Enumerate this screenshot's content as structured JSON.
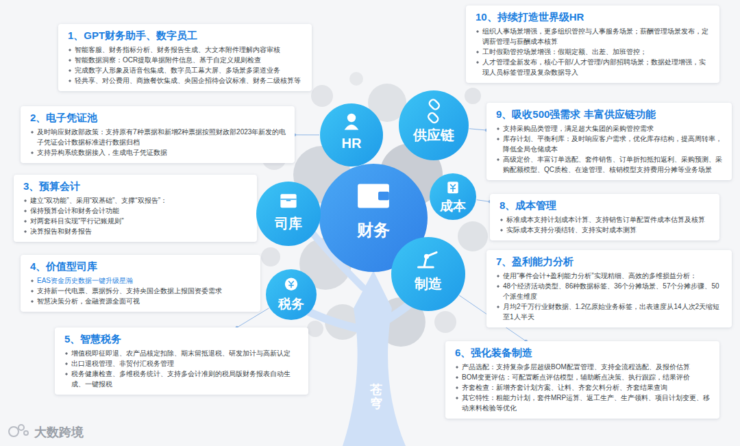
{
  "diagram": {
    "nodes": [
      {
        "text": [
          "1、GPT财务助手、数字员工",
          "智能客服、财务指标分析、财务报告生成、大文本附件理解内容审核",
          "智能数据洞察：OCR提取单据附件信息、基于自定义规则检查",
          "完成数字人形象及语音包集成、数字员工幕大屏、多场景多渠道业务",
          "轻共享、对公费用、商旅餐饮集成、央国企招待会议标准、财务二级核算等"
        ]
      },
      {
        "text": [
          "2、电子凭证池",
          "及时响应财政部政策：支持原有7种票据和新增2种票据按照财政部2023年新发的电子凭证会计数据标准进行数据归档",
          "支持异构系统数据接入，生成电子凭证数据"
        ]
      },
      {
        "text": [
          "3、预算会计",
          "建立“双功能”、采用“双基础”、支撑“双报告”：",
          "保持预算会计和财务会计功能",
          "对两套科目实现“平行记账规则”",
          "决算报告和财务报告"
        ]
      },
      {
        "text": [
          "4、价值型司库",
          "EAS资金历史数据一键升级星瀚",
          "支持新一代电票、票据拆分、支持央国企数据上报国资委需求",
          "智慧决策分析，金融资源全面可视"
        ]
      },
      {
        "text": [
          "5、智慧税务",
          "增值税即征即退、农产品核定扣除、期末留抵退税、研发加计与高新认定",
          "出口退税管理、非贸付汇税务管理",
          "税务健康检查、多维税务统计、支持多会计准则的税局版财务报表自动生成、一键报税"
        ]
      },
      {
        "text": [
          "6、强化装备制造",
          "产品选配：支持复杂多层超级BOM配置管理、支持全流程选配、及报价估算",
          "BOM变更评估：可配置断点评估模型，辅助断点决策、执行跟踪，结果评价",
          "齐套检查：新增齐套计划方案、让料、齐套欠料分析、齐套结果查询",
          "其它特性：粗能力计划，套件MRP运算、返工生产、生产领料、项目计划变更、移动来料检验等优化"
        ]
      },
      {
        "text": [
          "7、盈利能力分析",
          "使用“事件会计+盈利能力分析”实现精细、高效的多维损益分析：",
          "48个经济活动类型、86种数据标签、36个分摊场景、57个分摊步骤、50个派生维度",
          "月均2千万行业财数据、1.2亿原始业务标签，出表速度从14人次2天缩短至1人半天"
        ]
      },
      {
        "text": [
          "8、成本管理",
          "标准成本支持计划成本计算、支持销售订单配置件成本估算及核算",
          "实际成本支持分项结转、支持实时成本测算"
        ]
      },
      {
        "text": [
          "9、吸收500强需求 丰富供应链功能",
          "支持采购品类管理，满足超大集团的采购管控需求",
          "库存计划、平衡利库：及时响应客户需求，优化库存结构，提高周转率，降低全局仓储成本",
          "高级定价、丰富订单选配、套件销售、订单折扣抵扣返利、采购预测、采购配额模型、QC质检、在途管理、核销模型支持费用分摊等业务场景"
        ]
      },
      {
        "text": [
          "10、持续打造世界级HR",
          "组织人事场景增强，更多组织管控与人事服务场景；薪酬管理场景发布，定调薪管理与薪酬成本核算",
          "工时假勤管控场景增强：假期定额、出差、加班管控；",
          "人才管理全新发布，核心干部/人才管理/内部招聘场景；数据处理增强，实现人员标签管理及复杂数据导入"
        ]
      },
      {
        "text": [
          "财务"
        ]
      },
      {
        "text": [
          "HR"
        ]
      },
      {
        "text": [
          "供应链"
        ]
      },
      {
        "text": [
          "成本"
        ]
      },
      {
        "text": [
          "司库"
        ]
      },
      {
        "text": [
          "制造"
        ]
      },
      {
        "text": [
          "税务"
        ]
      }
    ],
    "edges": [
      {
        "from": 1,
        "to": 11,
        "arrow": "none"
      },
      {
        "from": 2,
        "to": 14,
        "arrow": "none"
      },
      {
        "from": 4,
        "to": 16,
        "arrow": "none"
      },
      {
        "from": 5,
        "to": 15,
        "arrow": "none"
      },
      {
        "from": 7,
        "to": 13,
        "arrow": "none"
      },
      {
        "from": 8,
        "to": 12,
        "arrow": "none"
      }
    ],
    "labels": [
      "苍穹",
      "大数跨境"
    ]
  }
}
